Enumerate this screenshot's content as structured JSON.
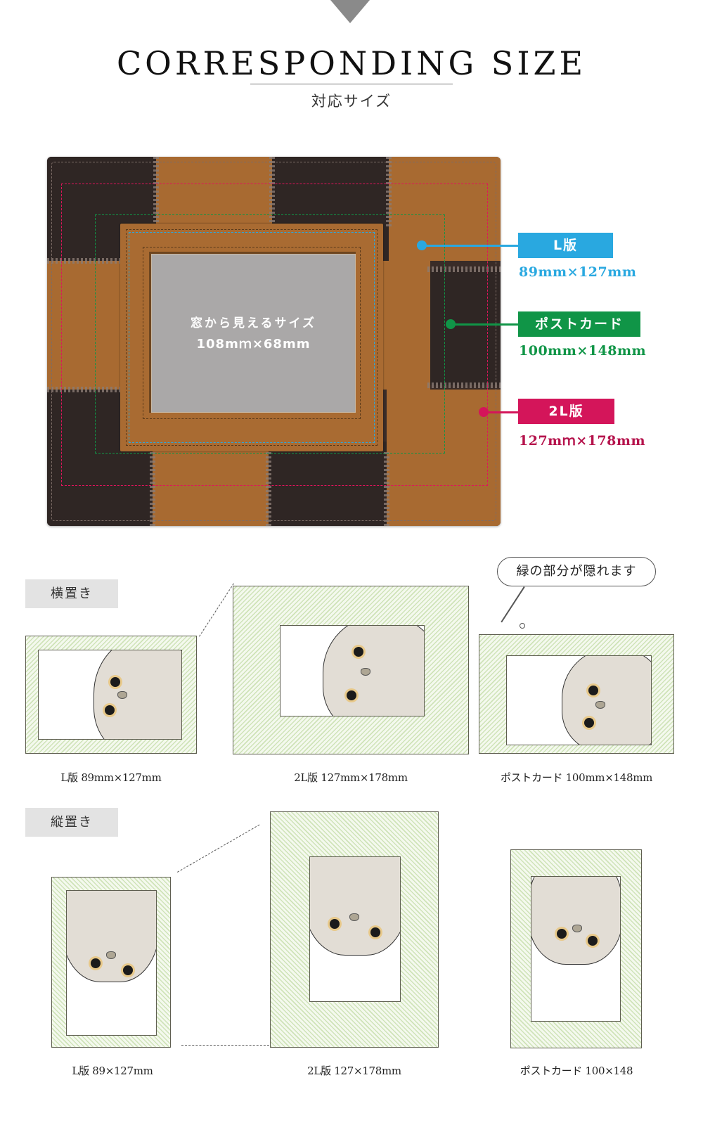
{
  "header": {
    "title": "CORRESPONDING SIZE",
    "subtitle": "対応サイズ",
    "arrow_icon": "down-triangle-icon"
  },
  "product": {
    "window": {
      "label": "窓から見えるサイズ",
      "size": "108mｍ×68mm"
    },
    "colors": {
      "leather_tan": "#a86a31",
      "leather_dark": "#2f2624",
      "window_gray": "#aaa8a8"
    },
    "sizes": [
      {
        "key": "l",
        "label": "L版",
        "dims": "89mm×127mm",
        "color": "#29a8e0"
      },
      {
        "key": "postcard",
        "label": "ポストカード",
        "dims": "100mm×148mm",
        "color": "#109547"
      },
      {
        "key": "2l",
        "label": "2L版",
        "dims": "127mｍ×178mm",
        "color": "#d4155a"
      }
    ]
  },
  "landscape": {
    "tag": "横置き",
    "note": "緑の部分が隠れます",
    "items": [
      {
        "key": "l",
        "caption": "L版 89mm×127mm"
      },
      {
        "key": "2l",
        "caption": "2L版 127mm×178mm"
      },
      {
        "key": "postcard",
        "caption": "ポストカード 100mm×148mm"
      }
    ]
  },
  "portrait": {
    "tag": "縦置き",
    "items": [
      {
        "key": "l",
        "caption": "L版 89×127mm"
      },
      {
        "key": "2l",
        "caption": "2L版 127×178mm"
      },
      {
        "key": "postcard",
        "caption": "ポストカード 100×148"
      }
    ]
  },
  "mat_colors": {
    "hidden_area": "#cfe3b8",
    "border": "#5e5e50",
    "cat_fill": "#e2ddd5"
  }
}
